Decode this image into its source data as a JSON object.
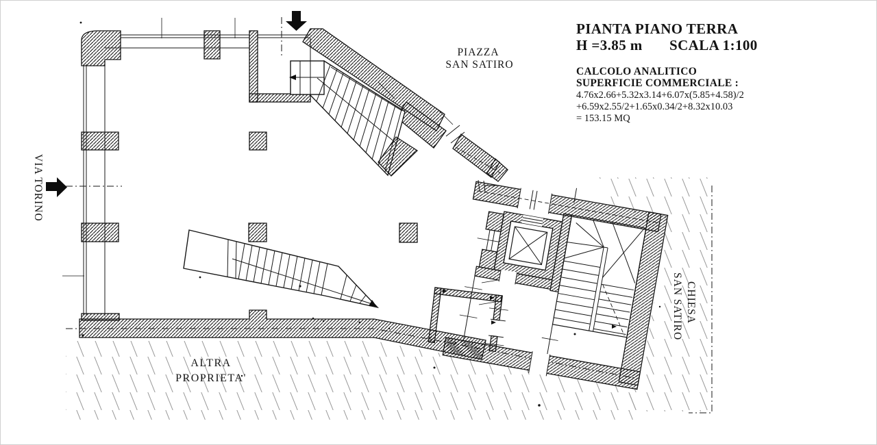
{
  "drawing": {
    "title": {
      "line1": "PIANTA PIANO TERRA",
      "height": "H =3.85 m",
      "scale": "SCALA  1:100"
    },
    "calc": {
      "heading1": "CALCOLO ANALITICO",
      "heading2": "SUPERFICIE COMMERCIALE :",
      "formula1": "4.76x2.66+5.32x3.14+6.07x(5.85+4.58)/2",
      "formula2": "+6.59x2.55/2+1.65x0.34/2+8.32x10.03",
      "result": "= 153.15 MQ"
    },
    "labels": {
      "piazza1": "PIAZZA",
      "piazza2": "SAN SATIRO",
      "via": "VIA TORINO",
      "chiesa1": "CHIESA",
      "chiesa2": "SAN SATIRO",
      "altra1": "ALTRA",
      "altra2": "PROPRIETA'"
    },
    "icons": {
      "top_arrow": "entrance-arrow-down",
      "left_arrow": "entrance-arrow-right"
    },
    "colors": {
      "ink": "#161616",
      "paper": "#ffffff",
      "ground_hatch": "#989898",
      "border": "#cfcfcf"
    }
  }
}
